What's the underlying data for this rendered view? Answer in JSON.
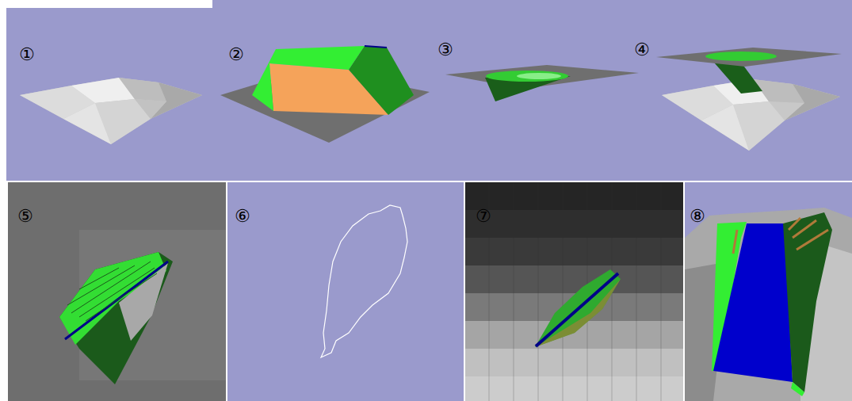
{
  "diagram": {
    "labels": [
      "①",
      "②",
      "③",
      "④",
      "⑤",
      "⑥",
      "⑦",
      "⑧"
    ]
  }
}
